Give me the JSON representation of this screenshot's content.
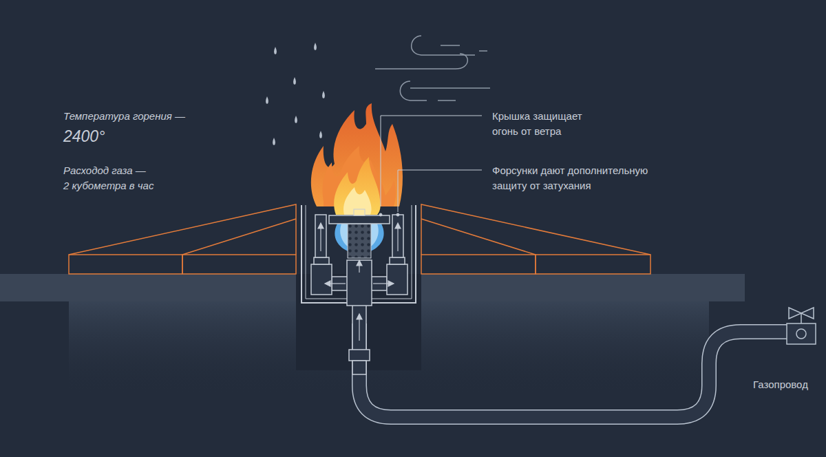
{
  "diagram": {
    "labels": [
      "Температура горения —",
      "2400°",
      "Расходод газа — 2 кубометра в час",
      "Крышка защищает огонь от ветра",
      "Форсунки дают дополнительную защиту от затухания",
      "Газопровод"
    ]
  }
}
